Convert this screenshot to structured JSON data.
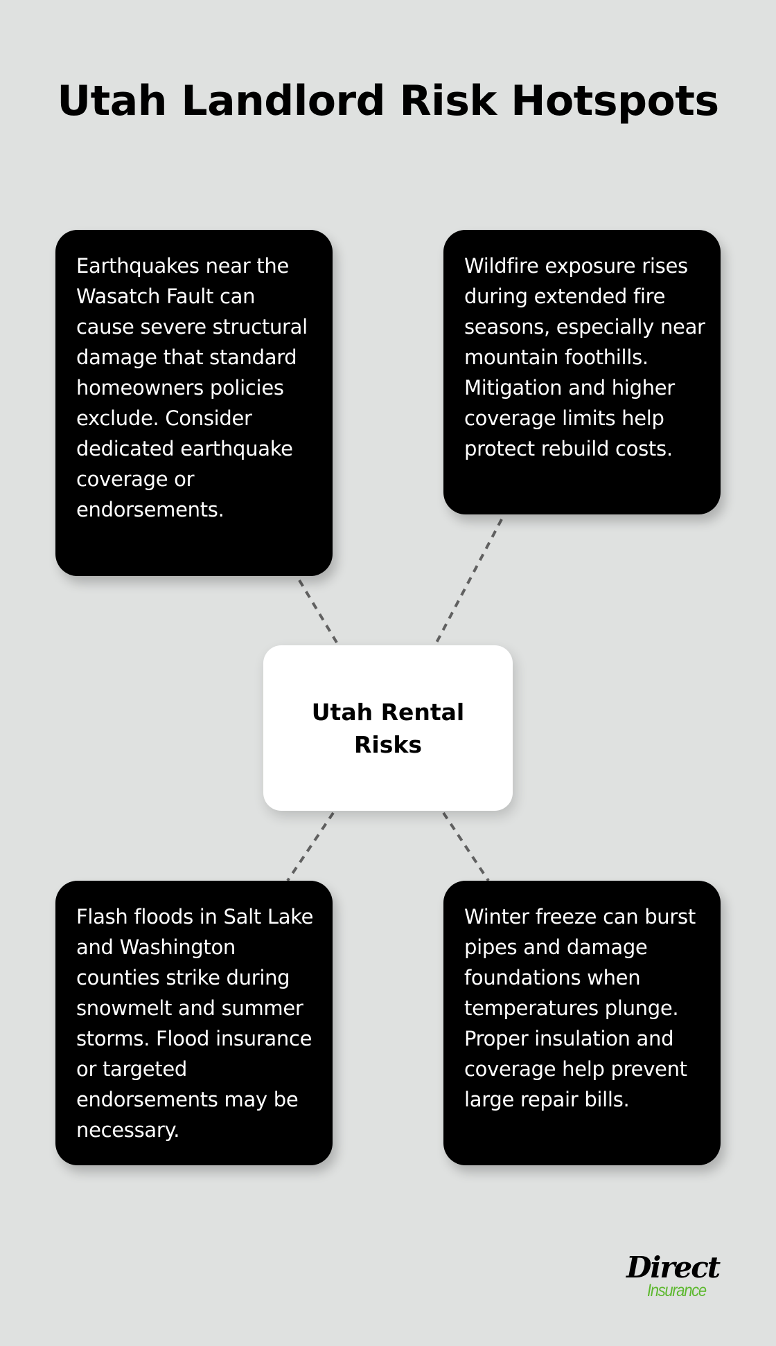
{
  "title": "Utah Landlord Risk Hotspots",
  "center_node": {
    "label": "Utah Rental Risks"
  },
  "cards": [
    {
      "position": "top-left",
      "text": "Earthquakes near the Wasatch Fault can cause severe structural damage that standard homeowners policies exclude. Consider dedicated earthquake coverage or endorsements."
    },
    {
      "position": "top-right",
      "text": "Wildfire exposure rises during extended fire seasons, especially near mountain foothills. Mitigation and higher coverage limits help protect rebuild costs."
    },
    {
      "position": "bottom-left",
      "text": "Flash floods in Salt Lake and Washington counties strike during snowmelt and summer storms. Flood insurance or targeted endorsements may be necessary."
    },
    {
      "position": "bottom-right",
      "text": "Winter freeze can burst pipes and damage foundations when temperatures plunge. Proper insulation and coverage help prevent large repair bills."
    }
  ],
  "logo": {
    "line1": "Direct",
    "line2": "Insurance"
  },
  "colors": {
    "background": "#dfe1e0",
    "card": "#000000",
    "card_text": "#ffffff",
    "center_node": "#ffffff",
    "connector": "#606060",
    "logo_green": "#5cb82e"
  }
}
